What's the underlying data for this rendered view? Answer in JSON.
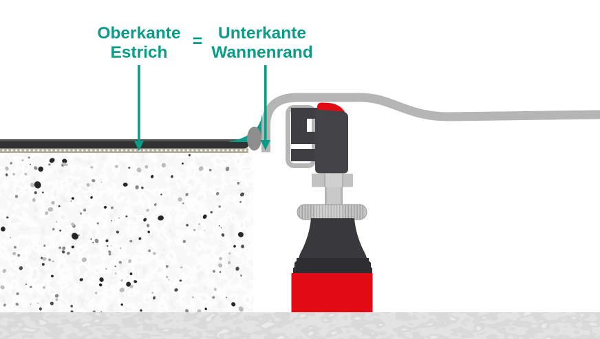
{
  "annotation": {
    "left_label": {
      "line1": "Oberkante",
      "line2": "Estrich"
    },
    "equals_sign": "=",
    "right_label": {
      "line1": "Unterkante",
      "line2": "Wannenrand"
    }
  },
  "icons": {
    "left_pointer": "down-arrow",
    "right_pointer": "down-arrow"
  },
  "colors": {
    "accent_teal": "#0b9c87",
    "brand_red": "#e30b13",
    "rim_gray": "#b5b5b5",
    "clamp_dark": "#424247",
    "band_dark": "#323232",
    "floor_gray": "#c2c2c2"
  }
}
